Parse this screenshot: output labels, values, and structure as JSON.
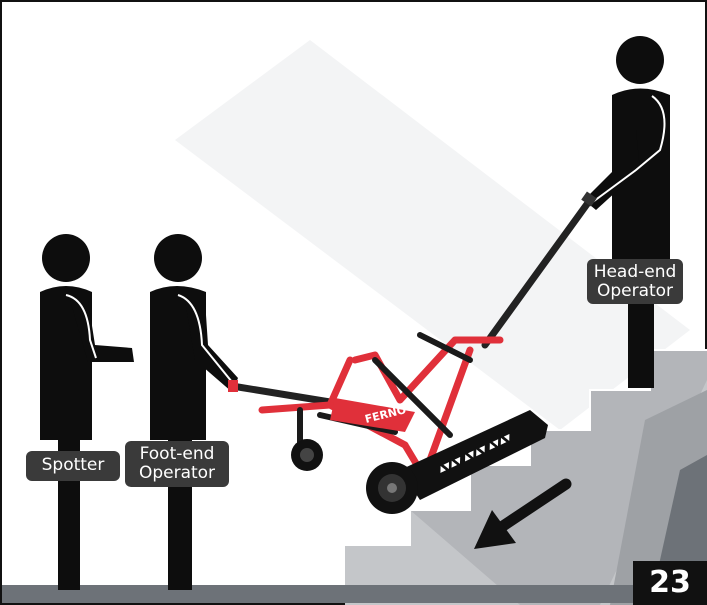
{
  "labels": {
    "spotter": "Spotter",
    "foot_end": [
      "Foot-end",
      "Operator"
    ],
    "head_end": [
      "Head-end",
      "Operator"
    ]
  },
  "chair_brand": "FERNO",
  "page_number": "23",
  "colors": {
    "chair_frame": "#e0303a",
    "figures": "#0d0d0d",
    "label_bg": "#3a3a3a",
    "stairs_light": "#c4c6c9",
    "stairs_mid": "#9ea1a5",
    "stairs_dark": "#6d7278",
    "page_badge": "#111111"
  },
  "arrow_icon": "down-left-arrow-icon"
}
